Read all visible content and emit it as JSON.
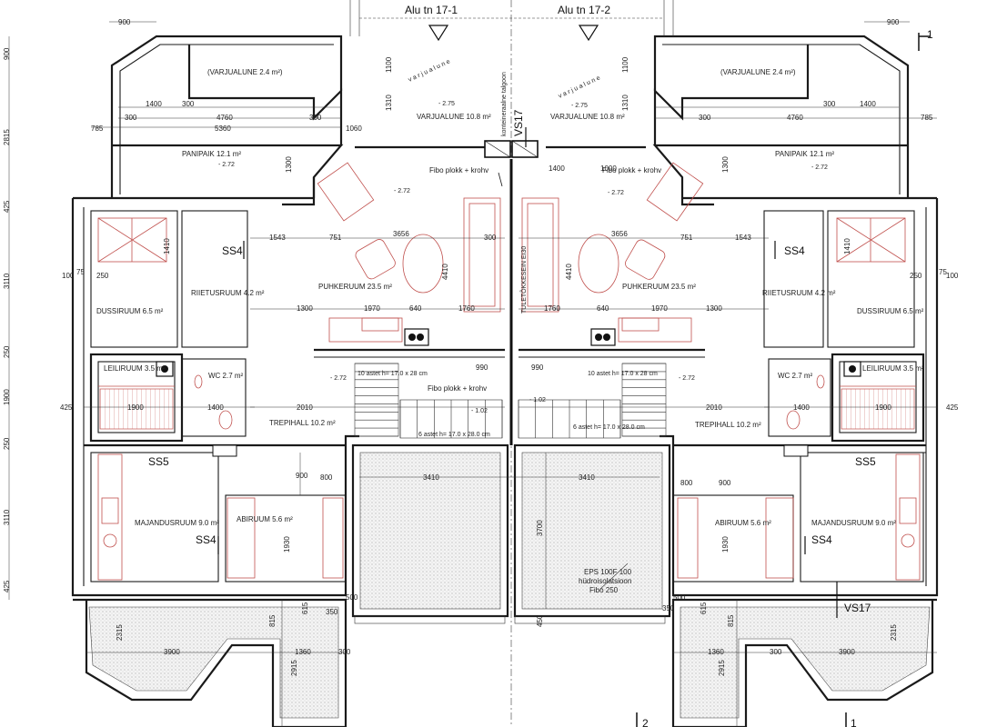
{
  "titles": {
    "unit_left": "Alu tn 17-1",
    "unit_right": "Alu tn 17-2"
  },
  "section_marks": {
    "s1_top": "1",
    "s1_bottom": "1",
    "s2": "2"
  },
  "walls": {
    "vs17_top": "VS17",
    "vs17_bottom": "VS17",
    "firewall": "TULETÕKKESEIN EI30",
    "firewall_note": "konteineraalne talgoon"
  },
  "notes": {
    "fibo_1": "Fibo plokk + krohv",
    "fibo_2": "Fibo plokk + krohv",
    "fibo_3": "Fibo plokk + krohv",
    "eps": "EPS 100F 100",
    "eps2": "hüdroisolatsioon",
    "eps3": "Fibo 250",
    "stairs_l1": "10 astet h= 17.0 x 28 cm",
    "stairs_l2": "6 astet h= 17.0 x 28.0 cm",
    "stairs_r1": "10 astet h= 17.0 x 28 cm",
    "stairs_r2": "6 astet h= 17.0 x 28.0 cm",
    "varjualune_l": "v a r j u a l u n e",
    "varjualune_r": "v a r j u a l u n e"
  },
  "levels": {
    "l1": "- 2.75",
    "l2": "- 2.75",
    "l3": "- 2.72",
    "l4": "- 2.72",
    "l5": "- 2.72",
    "l6": "- 2.72",
    "l7": "- 2.72",
    "l8": "- 2.72",
    "l9": "- 1.02",
    "l10": "- 1.02"
  },
  "rooms_left": {
    "varjualune_small": "(VARJUALUNE 2.4 m²)",
    "varjualune": "VARJUALUNE 10.8 m²",
    "panipaik": "PANIPAIK 12.1 m²",
    "puhkeruum": "PUHKERUUM 23.5 m²",
    "riietusruum": "RIIETUSRUUM 4.2 m²",
    "dussiruum": "DUSSIRUUM 6.5 m²",
    "leiliruum": "LEILIRUUM 3.5 m²",
    "wc": "WC 2.7 m²",
    "trepihall": "TREPIHALL 10.2 m²",
    "majandusruum": "MAJANDUSRUUM 9.0 m²",
    "abiruum": "ABIRUUM 5.6 m²"
  },
  "rooms_right": {
    "varjualune_small": "(VARJUALUNE 2.4 m²)",
    "varjualune": "VARJUALUNE 10.8 m²",
    "panipaik": "PANIPAIK 12.1 m²",
    "puhkeruum": "PUHKERUUM 23.5 m²",
    "riietusruum": "RIIETUSRUUM 4.2 m²",
    "dussiruum": "DUSSIRUUM 6.5 m²",
    "leiliruum": "LEILIRUUM 3.5 m²",
    "wc": "WC 2.7 m²",
    "trepihall": "TREPIHALL 10.2 m²",
    "majandusruum": "MAJANDUSRUUM 9.0 m²",
    "abiruum": "ABIRUUM 5.6 m²"
  },
  "tags": {
    "ss4_1": "SS4",
    "ss4_2": "SS4",
    "ss4_3": "SS4",
    "ss4_4": "SS4",
    "ss5_1": "SS5",
    "ss5_2": "SS5"
  },
  "dims_left_side": [
    "900",
    "2815",
    "425",
    "3110",
    "250",
    "1900",
    "250",
    "3110",
    "425"
  ],
  "dims": {
    "d900a": "900",
    "d900b": "900",
    "d1400": "1400",
    "d300a": "300",
    "d4760": "4760",
    "d300b": "300",
    "d300c": "300",
    "d5360": "5360",
    "d785": "785",
    "d1060": "1060",
    "d1400r": "1400",
    "d300ra": "300",
    "d4760r": "4760",
    "d300rb": "300",
    "d785r": "785",
    "d1000r": "1000",
    "d1400r2": "1400",
    "d1100l": "1100",
    "d1310l": "1310",
    "d1100r": "1100",
    "d1310r": "1310",
    "d1300l": "1300",
    "d1300r": "1300",
    "d1543": "1543",
    "d751": "751",
    "d3656": "3656",
    "d300m": "300",
    "d3656r": "3656",
    "d751r": "751",
    "d1543r": "1543",
    "d1410": "1410",
    "d4410": "4410",
    "d4410r": "4410",
    "d1410r": "1410",
    "d100l": "100",
    "d75l": "75",
    "d250l": "250",
    "d100r": "100",
    "d75r": "75",
    "d250r": "250",
    "d1300a": "1300",
    "d1970": "1970",
    "d640": "640",
    "d1760": "1760",
    "d1760r": "1760",
    "d640r": "640",
    "d1970r": "1970",
    "d1300ra": "1300",
    "d990": "990",
    "d990r": "990",
    "d2010": "2010",
    "d2010r": "2010",
    "d425l": "425",
    "d1900": "1900",
    "d1400b": "1400",
    "d425r": "425",
    "d1900r": "1900",
    "d1400br": "1400",
    "d3410": "3410",
    "d3410r": "3410",
    "d3700": "3700",
    "d800": "800",
    "d900m": "900",
    "d800r": "800",
    "d900mr": "900",
    "d2315": "2315",
    "d3900": "3900",
    "d1360": "1360",
    "d300e": "300",
    "d2315r": "2315",
    "d3900r": "3900",
    "d1360r": "1360",
    "d300er": "300",
    "d2915": "2915",
    "d2915r": "2915",
    "d815": "815",
    "d615": "615",
    "d815r": "815",
    "d615r": "615",
    "d500": "500",
    "d350": "350",
    "d500r": "500",
    "d350r": "350",
    "d450": "450",
    "d1930": "1930",
    "d1930r": "1930"
  },
  "colors": {
    "wall": "#1a1a1a",
    "furniture": "#c0504d",
    "dims": "#333333"
  }
}
